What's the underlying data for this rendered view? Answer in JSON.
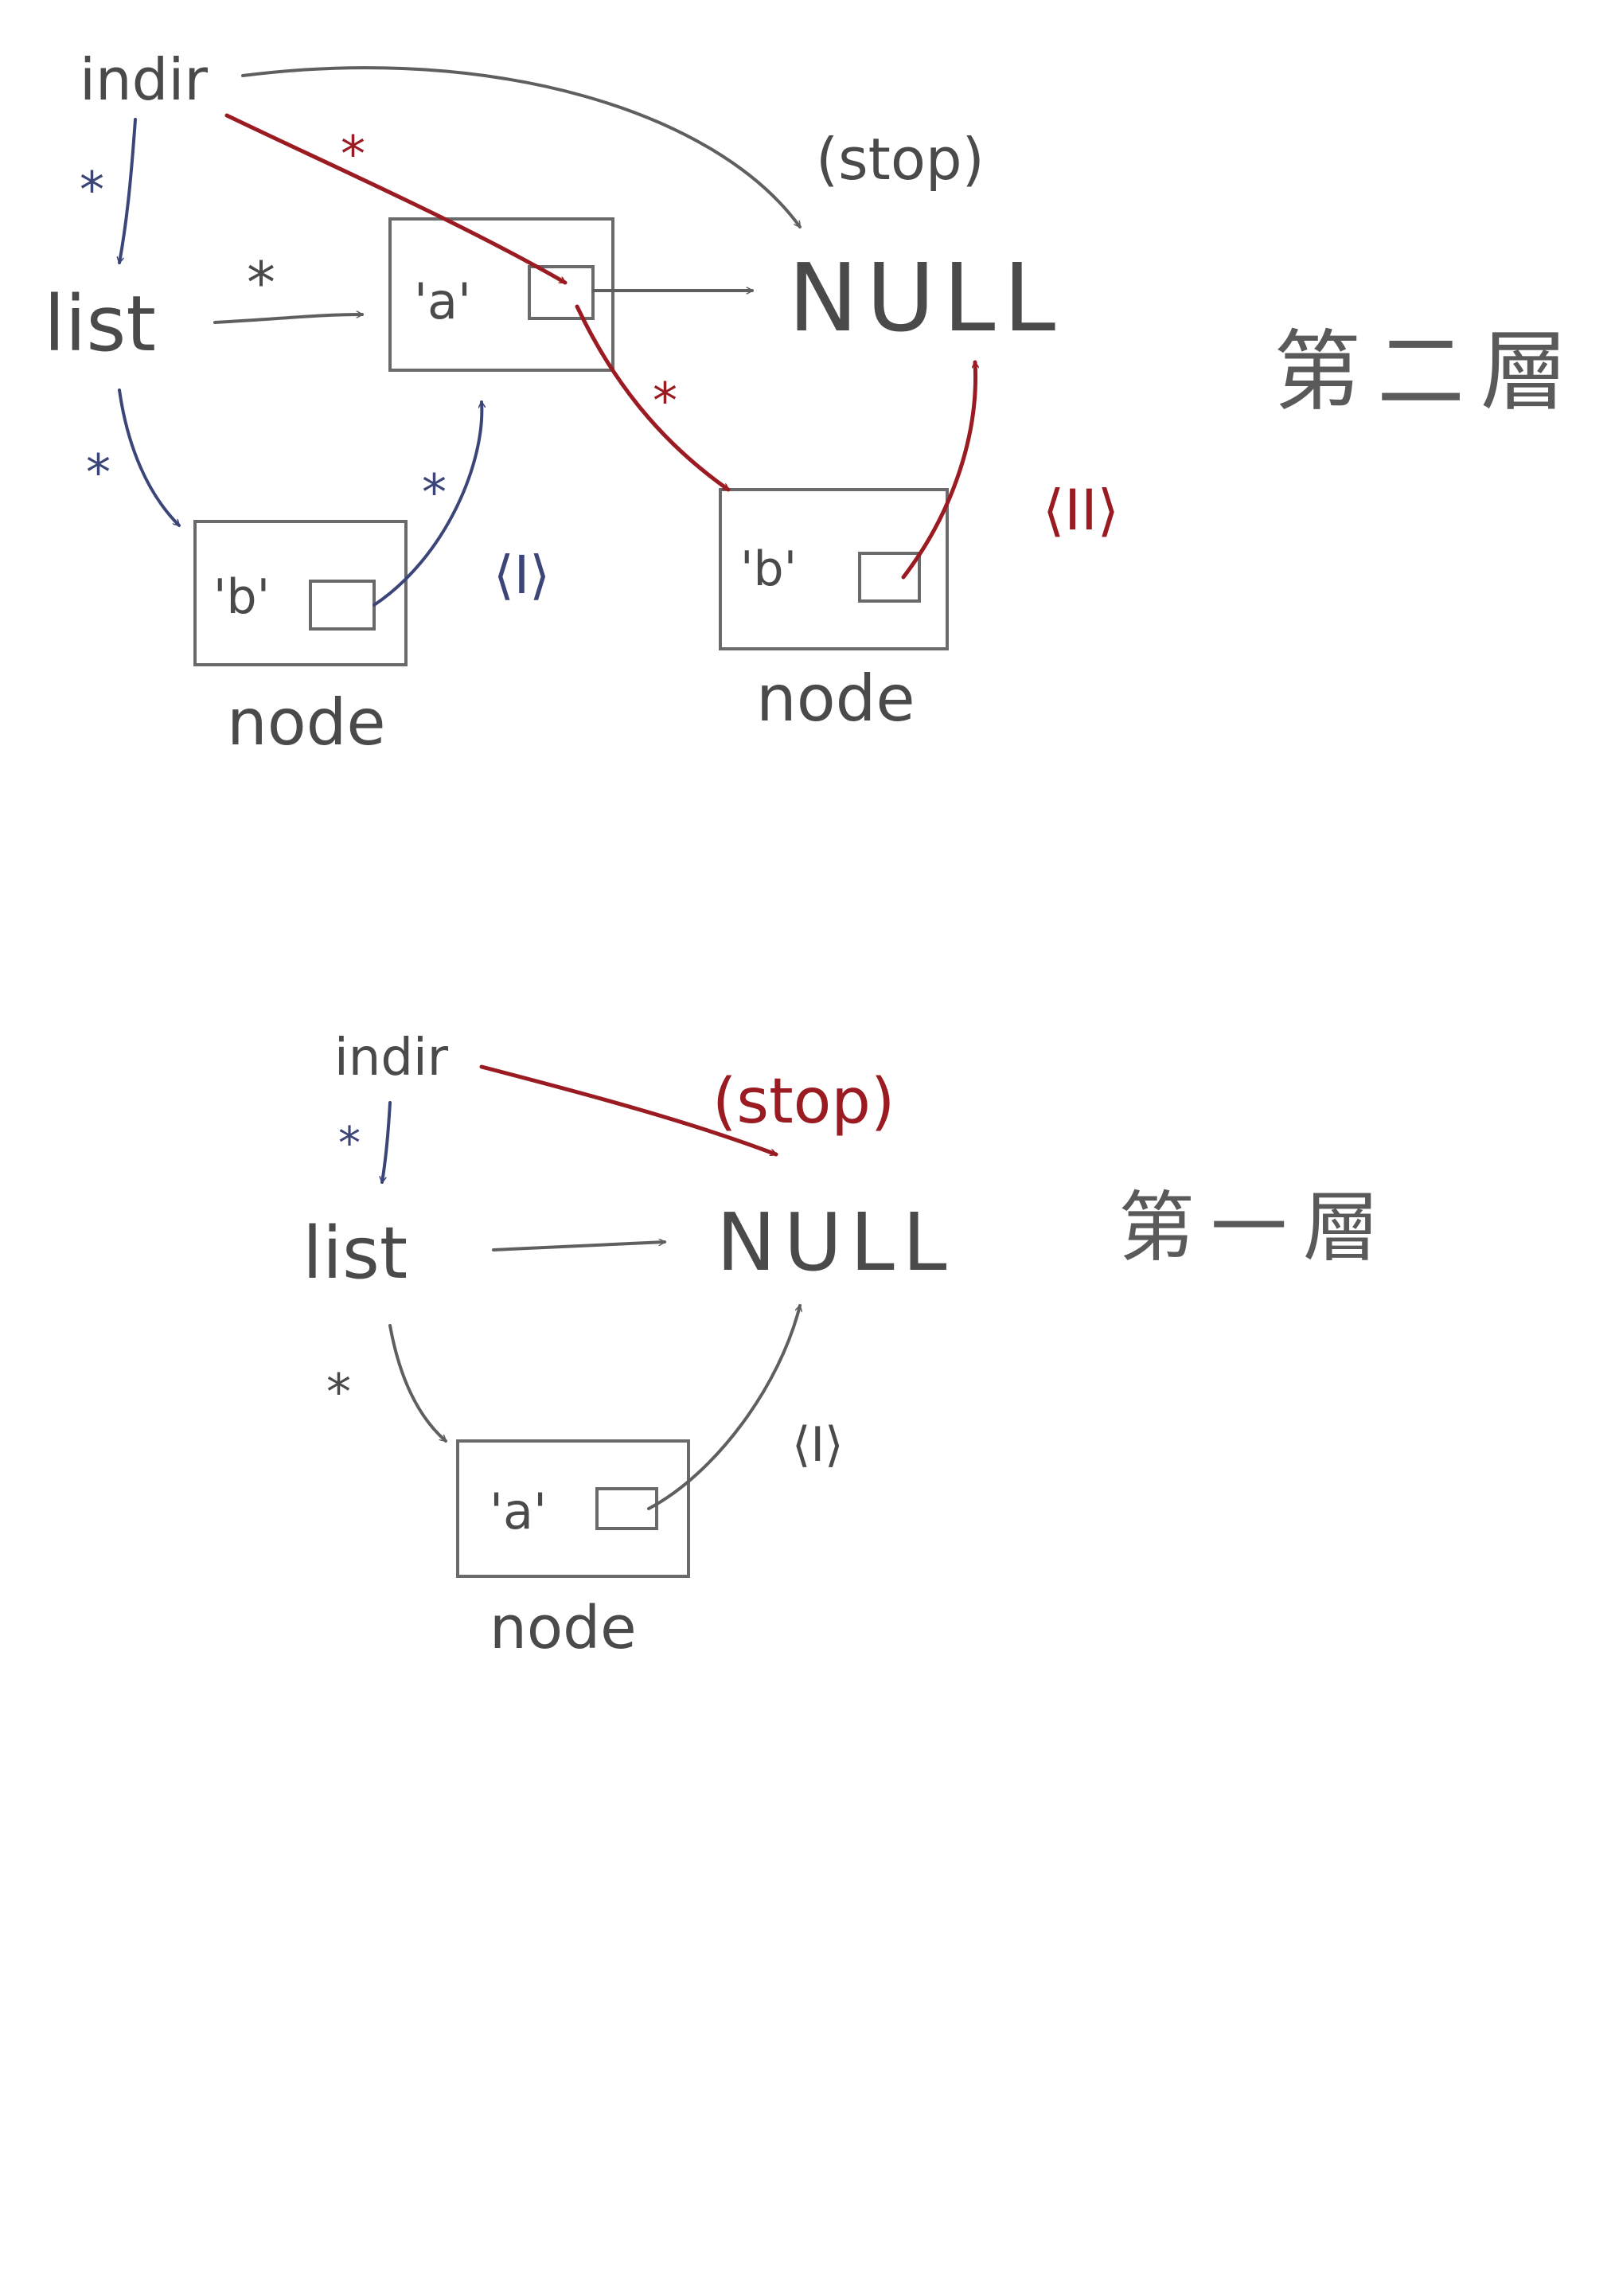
{
  "colors": {
    "ink_gray": "#4a4a4a",
    "ink_navy": "#3c4577",
    "ink_red": "#9b1b22",
    "paper": "#ffffff"
  },
  "upper": {
    "indir": "indir",
    "list": "list",
    "null": "NULL",
    "stop": "(stop)",
    "node1_value": "'a'",
    "node2_value": "'b'",
    "node3_value": "'b'",
    "node_label_left": "node",
    "node_label_right": "node",
    "star": "*",
    "mark_one": "⟨I⟩",
    "mark_two": "⟨II⟩",
    "layer_label": "第二層"
  },
  "lower": {
    "indir": "indir",
    "list": "list",
    "null": "NULL",
    "stop": "(stop)",
    "node_value": "'a'",
    "node_label": "node",
    "star": "*",
    "mark_one": "⟨I⟩",
    "layer_label": "第一層"
  }
}
